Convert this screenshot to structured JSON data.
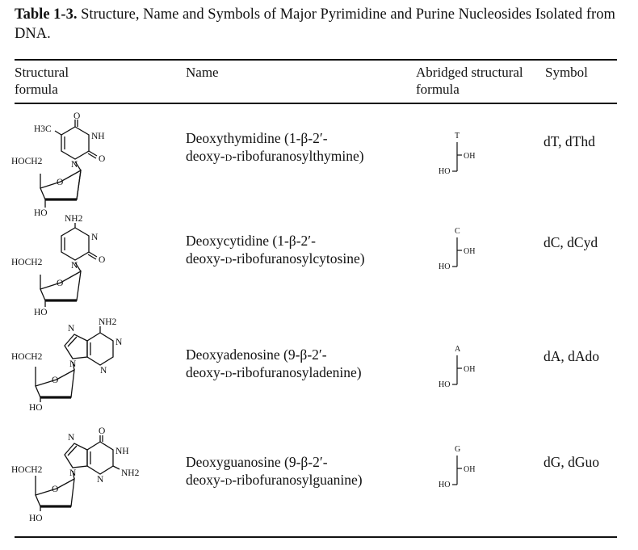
{
  "caption": {
    "label": "Table 1-3.",
    "text": " Structure, Name and Symbols of Major Pyrimidine and Purine Nucleosides Isolated from DNA."
  },
  "headers": {
    "structural_formula": "Structural formula",
    "name": "Name",
    "abridged": "Abridged structural formula",
    "symbol": "Symbol"
  },
  "rows": [
    {
      "name_line1": "Deoxythymidine (1-β-2′-",
      "name_prefix": "deoxy-",
      "name_smallcaps": "d",
      "name_suffix": "-ribofuranosylthymine)",
      "abridged_base": "T",
      "symbol": "dT, dThd",
      "labels": {
        "methyl": "H3C",
        "o_top": "O",
        "nh": "NH",
        "o_side": "O",
        "n1": "N",
        "hoch2": "HOCH2",
        "ring_o": "O",
        "ho": "HO"
      }
    },
    {
      "name_line1": "Deoxycytidine (1-β-2′-",
      "name_prefix": "deoxy-",
      "name_smallcaps": "d",
      "name_suffix": "-ribofuranosylcytosine)",
      "abridged_base": "C",
      "symbol": "dC, dCyd",
      "labels": {
        "nh2": "NH2",
        "n3": "N",
        "o_side": "O",
        "n1": "N",
        "hoch2": "HOCH2",
        "ring_o": "O",
        "ho": "HO"
      }
    },
    {
      "name_line1": "Deoxyadenosine (9-β-2′-",
      "name_prefix": "deoxy-",
      "name_smallcaps": "d",
      "name_suffix": "-ribofuranosyladenine)",
      "abridged_base": "A",
      "symbol": "dA, dAdo",
      "labels": {
        "nh2": "NH2",
        "n7": "N",
        "n1": "N",
        "n3": "N",
        "n9": "N",
        "hoch2": "HOCH2",
        "ring_o": "O",
        "ho": "HO"
      }
    },
    {
      "name_line1": "Deoxyguanosine (9-β-2′-",
      "name_prefix": "deoxy-",
      "name_smallcaps": "d",
      "name_suffix": "-ribofuranosylguanine)",
      "abridged_base": "G",
      "symbol": "dG, dGuo",
      "labels": {
        "o_top": "O",
        "n7": "N",
        "nh": "NH",
        "n3": "N",
        "nh2": "NH2",
        "n9": "N",
        "hoch2": "HOCH2",
        "ring_o": "O",
        "ho": "HO"
      }
    }
  ],
  "abridged_labels": {
    "oh": "OH",
    "ho": "HO"
  }
}
